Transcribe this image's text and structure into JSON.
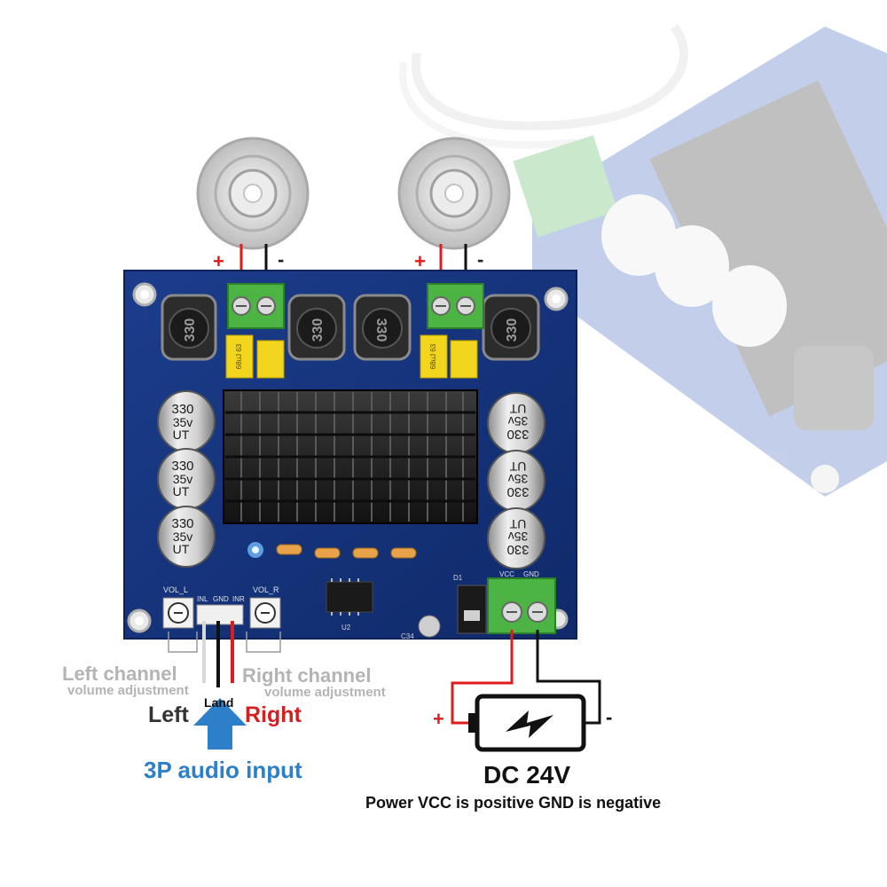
{
  "speakers": {
    "left": {
      "plus": "+",
      "minus": "-"
    },
    "right": {
      "plus": "+",
      "minus": "-"
    }
  },
  "inductors": [
    "330",
    "330",
    "330",
    "330"
  ],
  "film_caps": [
    "68uJ 63",
    "68uJ 63"
  ],
  "electrolytic_caps": {
    "value": "330",
    "voltage": "35v",
    "brand": "UT",
    "voltage_right": "35v"
  },
  "board_labels": {
    "vol_l": "VOL_L",
    "vol_r": "VOL_R",
    "inl": "INL",
    "gnd": "GND",
    "inr": "INR",
    "vcc": "VCC",
    "pgnd": "GND",
    "chip_ref": "U2",
    "diode_ref": "D1",
    "cap_ref": "C34"
  },
  "annotations": {
    "left_channel": "Left channel",
    "left_volume": "volume adjustment",
    "right_channel": "Right channel",
    "right_volume": "volume adjustment",
    "land": "Land",
    "left": "Left",
    "right": "Right",
    "audio_input": "3P audio input",
    "battery_plus": "+",
    "battery_minus": "-",
    "dc_voltage": "DC 24V",
    "power_note": "Power VCC is positive GND is negative"
  },
  "colors": {
    "board": "#16357e",
    "terminal": "#4bb443",
    "wire_red": "#e11b1b",
    "wire_black": "#111111",
    "arrow": "#2d7fc9",
    "label_blue": "#2d7fc9",
    "label_red": "#d42020",
    "label_gray": "#b4b4b4"
  }
}
